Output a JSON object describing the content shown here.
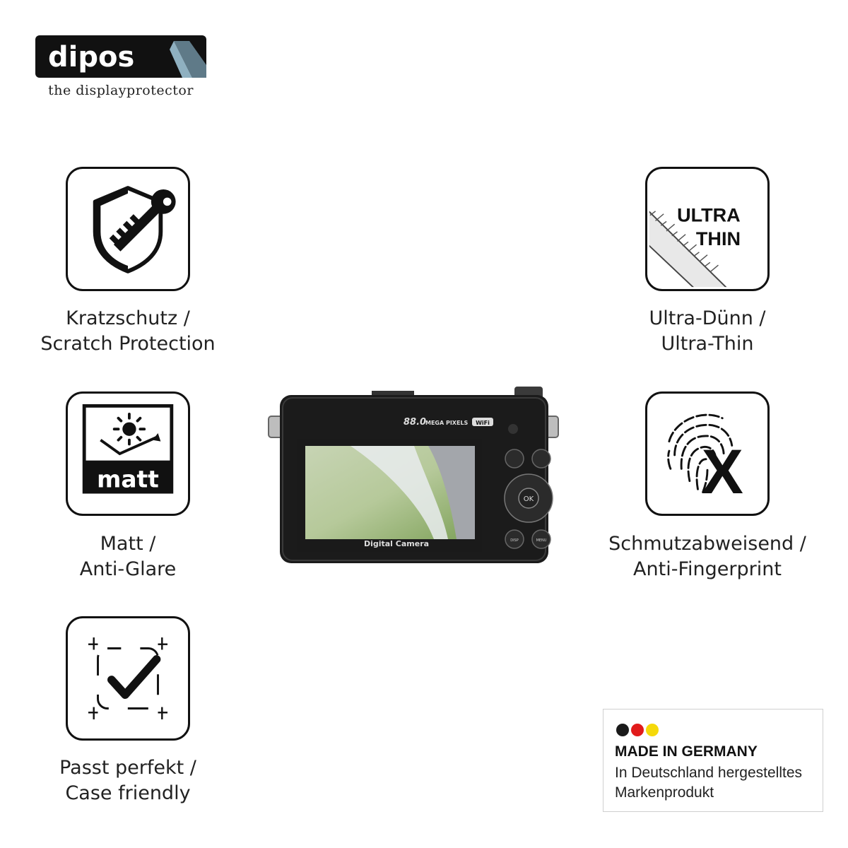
{
  "brand": {
    "name": "dipos",
    "tagline": "the displayprotector"
  },
  "features": [
    {
      "id": "scratch",
      "line1": "Kratzschutz /",
      "line2": "Scratch Protection"
    },
    {
      "id": "thin",
      "icon_text_1": "ULTRA",
      "icon_text_2": "THIN",
      "line1": "Ultra-Dünn /",
      "line2": "Ultra-Thin"
    },
    {
      "id": "matt",
      "icon_text": "matt",
      "line1": "Matt /",
      "line2": "Anti-Glare"
    },
    {
      "id": "fingerprint",
      "line1": "Schmutzabweisend /",
      "line2": "Anti-Fingerprint"
    },
    {
      "id": "fit",
      "line1": "Passt perfekt /",
      "line2": "Case friendly"
    }
  ],
  "camera": {
    "badge": "88.0",
    "badge_suffix": "MEGA PIXELS",
    "wifi": "WiFi",
    "screen_label": "Digital Camera",
    "ok_label": "OK",
    "disp_label": "DISP",
    "menu_label": "MENU"
  },
  "made_in": {
    "title": "MADE IN GERMANY",
    "line1": "In Deutschland hergestelltes",
    "line2": "Markenprodukt",
    "flag_colors": [
      "#1a1a1a",
      "#e11b1b",
      "#f5d90a"
    ]
  },
  "colors": {
    "dark": "#111111",
    "text": "#222222"
  }
}
